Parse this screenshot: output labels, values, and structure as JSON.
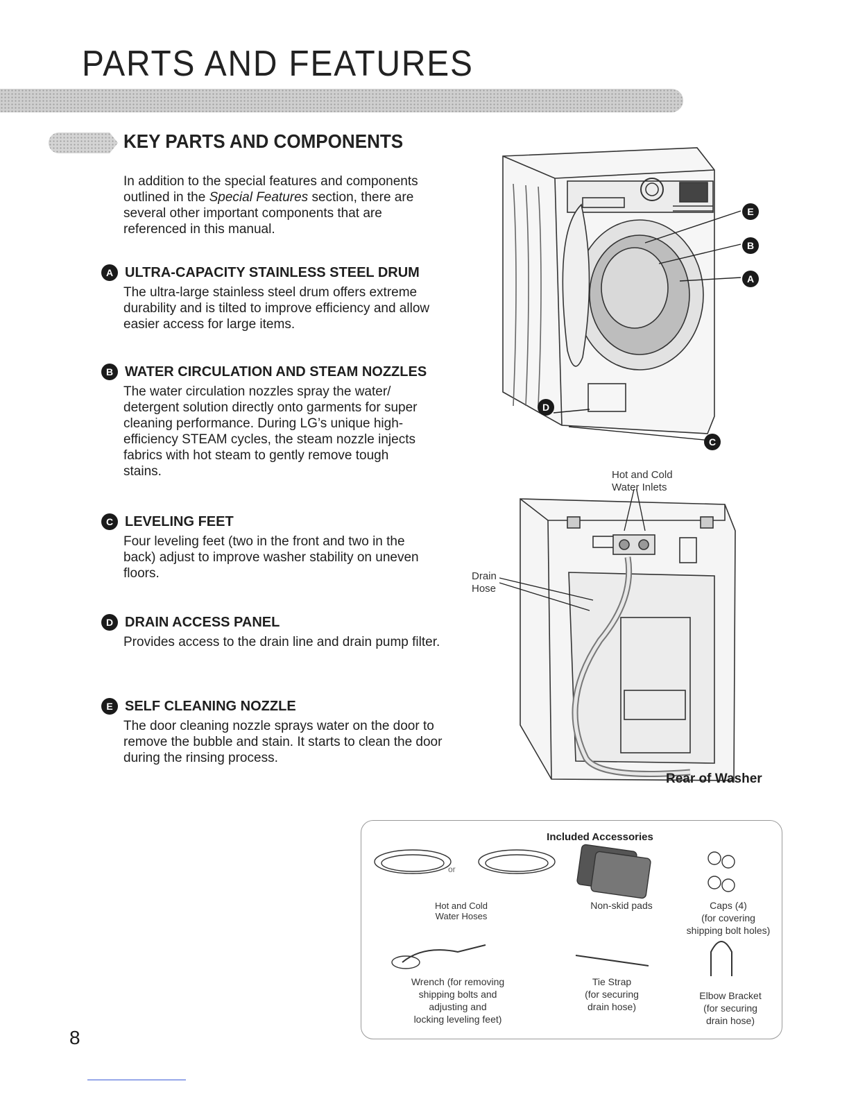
{
  "header": {
    "title": "PARTS AND FEATURES"
  },
  "section": {
    "title": "KEY PARTS AND COMPONENTS",
    "intro_before": "In addition to the special features and components outlined in the ",
    "intro_link": "Special Features",
    "intro_after": " section, there are several other important components that are referenced in this manual."
  },
  "items": [
    {
      "letter": "A",
      "title": "ULTRA-CAPACITY STAINLESS STEEL DRUM",
      "body": "The ultra-large stainless steel drum offers extreme durability and is tilted to improve efficiency and allow easier access for large items."
    },
    {
      "letter": "B",
      "title": "WATER CIRCULATION AND STEAM NOZZLES",
      "body": "The water circulation nozzles spray the water/ detergent solution directly onto garments for super cleaning performance. During LG’s unique high-efficiency STEAM cycles, the steam nozzle injects fabrics with hot steam to gently remove tough stains."
    },
    {
      "letter": "C",
      "title": "LEVELING FEET",
      "body": "Four leveling feet (two in the front and two in the back) adjust to improve washer stability on uneven floors."
    },
    {
      "letter": "D",
      "title": "DRAIN ACCESS PANEL",
      "body": "Provides access to the drain line and drain pump filter."
    },
    {
      "letter": "E",
      "title": "SELF CLEANING NOZZLE",
      "body": "The door cleaning nozzle sprays water on the door to remove the bubble and stain. It starts to clean the door during the rinsing process."
    }
  ],
  "front_diagram": {
    "callouts": [
      "E",
      "B",
      "A",
      "D",
      "C"
    ]
  },
  "rear_diagram": {
    "inlets_line1": "Hot and Cold",
    "inlets_line2": "Water Inlets",
    "drain_line1": "Drain",
    "drain_line2": "Hose",
    "caption": "Rear of Washer"
  },
  "accessories": {
    "title": "Included Accessories",
    "or": "or",
    "hoses": [
      "Hot and Cold",
      "Water Hoses"
    ],
    "pads": [
      "Non-skid pads"
    ],
    "caps": [
      "Caps (4)",
      "(for covering",
      "shipping bolt holes)"
    ],
    "wrench": [
      "Wrench (for removing",
      "shipping bolts and",
      "adjusting and",
      "locking leveling feet)"
    ],
    "tie": [
      "Tie Strap",
      "(for securing",
      "drain hose)"
    ],
    "elbow": [
      "Elbow Bracket",
      "(for securing",
      "drain hose)"
    ]
  },
  "footer": {
    "page_number": "8"
  }
}
